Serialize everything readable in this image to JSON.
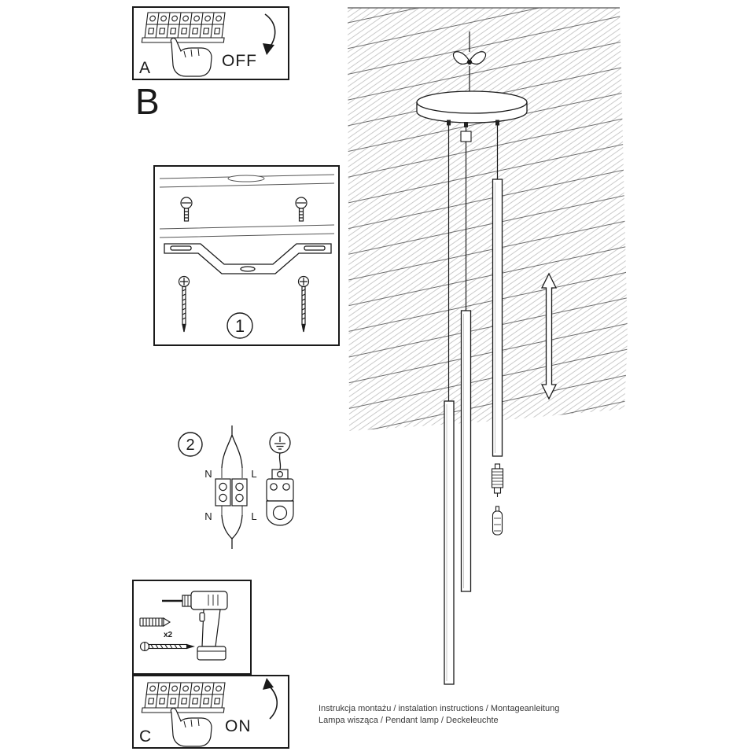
{
  "panel_a": {
    "letter": "A",
    "state": "OFF"
  },
  "panel_b": {
    "letter": "B"
  },
  "panel_c": {
    "letter": "C",
    "state": "ON"
  },
  "steps": {
    "one": "1",
    "two": "2"
  },
  "wiring": {
    "n_top": "N",
    "l_top": "L",
    "n_bottom": "N",
    "l_bottom": "L"
  },
  "drill": {
    "count": "x2"
  },
  "captions": {
    "line1": "Instrukcja montażu / instalation instructions / Montageanleitung",
    "line2": "Lampa wisząca / Pendant lamp / Deckeleuchte"
  },
  "icons": [
    "terminal-block",
    "hand",
    "curved-arrow",
    "mounting-bracket",
    "screw",
    "wall-plug",
    "drill",
    "wire-connector",
    "earth-symbol",
    "cable-clamp",
    "ceiling-hatch",
    "canopy",
    "hook",
    "pendant-tube",
    "bulb",
    "double-arrow"
  ]
}
